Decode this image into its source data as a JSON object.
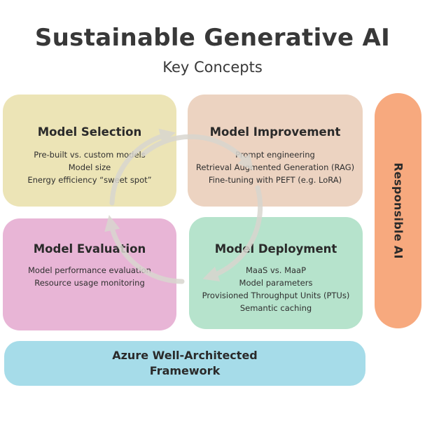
{
  "title": "Sustainable Generative AI",
  "subtitle": "Key Concepts",
  "cards": {
    "selection": {
      "heading": "Model Selection",
      "items": [
        "Pre-built vs. custom models",
        "Model size",
        "Energy efficiency “sweet spot”"
      ]
    },
    "improvement": {
      "heading": "Model Improvement",
      "items": [
        "Prompt engineering",
        "Retrieval Augmented Generation (RAG)",
        "Fine-tuning with PEFT (e.g. LoRA)"
      ]
    },
    "evaluation": {
      "heading": "Model Evaluation",
      "items": [
        "Model performance evaluation",
        "Resource usage monitoring"
      ]
    },
    "deployment": {
      "heading": "Model Deployment",
      "items": [
        "MaaS vs. MaaP",
        "Model parameters",
        "Provisioned Throughput Units (PTUs)",
        "Semantic caching"
      ]
    }
  },
  "azure_label": "Azure Well-Architected Framework",
  "responsible_label": "Responsible AI",
  "colors": {
    "selection": "#ece4b6",
    "improvement": "#ecd3c1",
    "evaluation": "#e8b5d6",
    "deployment": "#b6e3cc",
    "azure": "#a6dce9",
    "responsible": "#f7a97e",
    "cycle_arrow": "#d9d6cf"
  }
}
